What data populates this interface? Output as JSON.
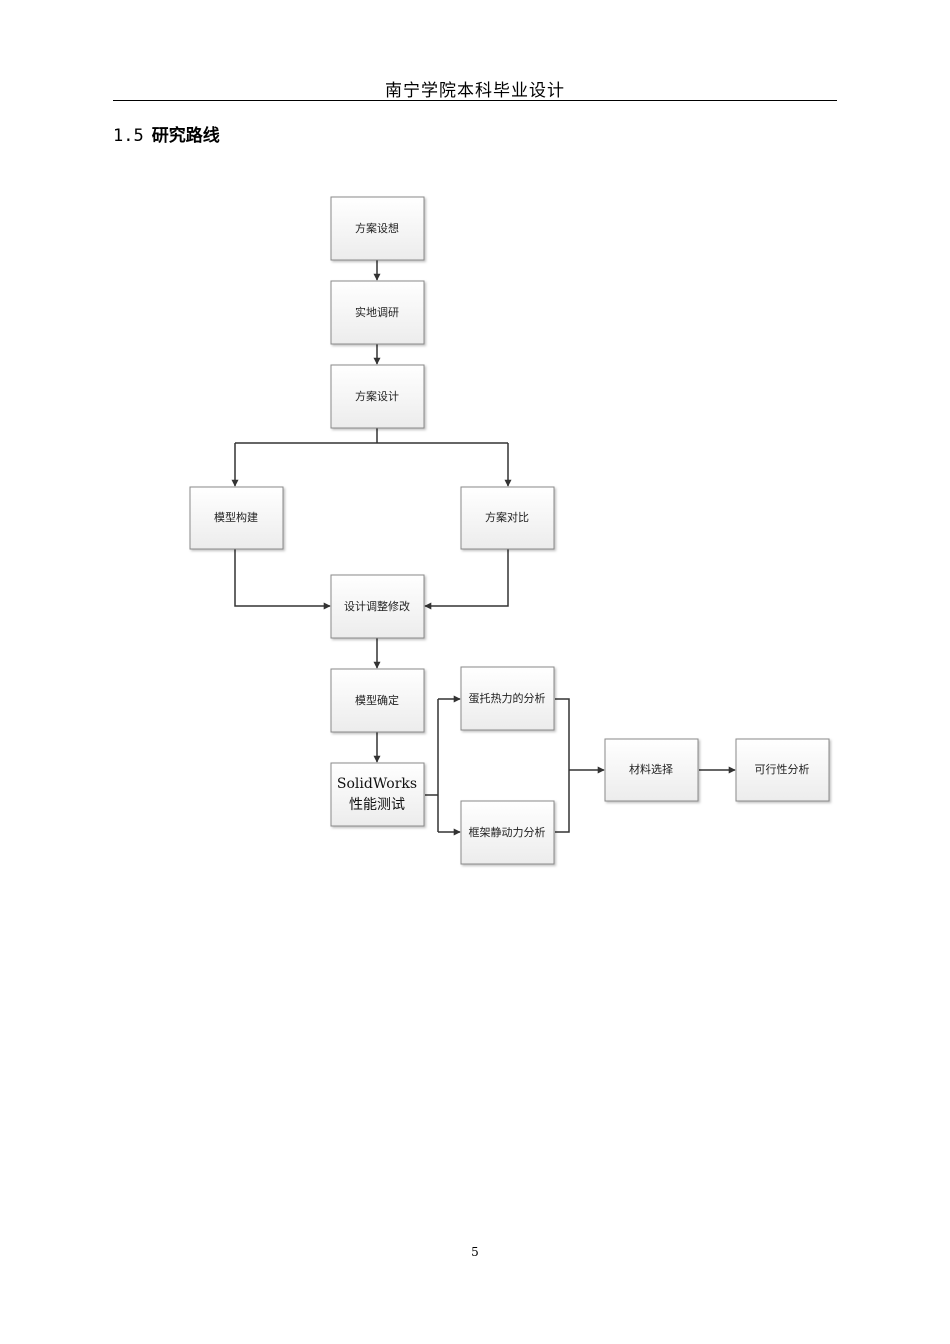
{
  "header": {
    "title": "南宁学院本科毕业设计"
  },
  "section": {
    "number": "1.5",
    "title": "研究路线"
  },
  "flowchart": {
    "nodes": {
      "scheme_concept": "方案设想",
      "field_research": "实地调研",
      "scheme_design": "方案设计",
      "model_building": "模型构建",
      "scheme_comparison": "方案对比",
      "design_adjustment": "设计调整修改",
      "model_confirmation": "模型确定",
      "solidworks_test_line1": "SolidWorks",
      "solidworks_test_line2": "性能测试",
      "egg_tray_thermal": "蛋托热力的分析",
      "frame_dynamics": "框架静动力分析",
      "material_selection": "材料选择",
      "feasibility_analysis": "可行性分析"
    }
  },
  "footer": {
    "page_number": "5"
  }
}
